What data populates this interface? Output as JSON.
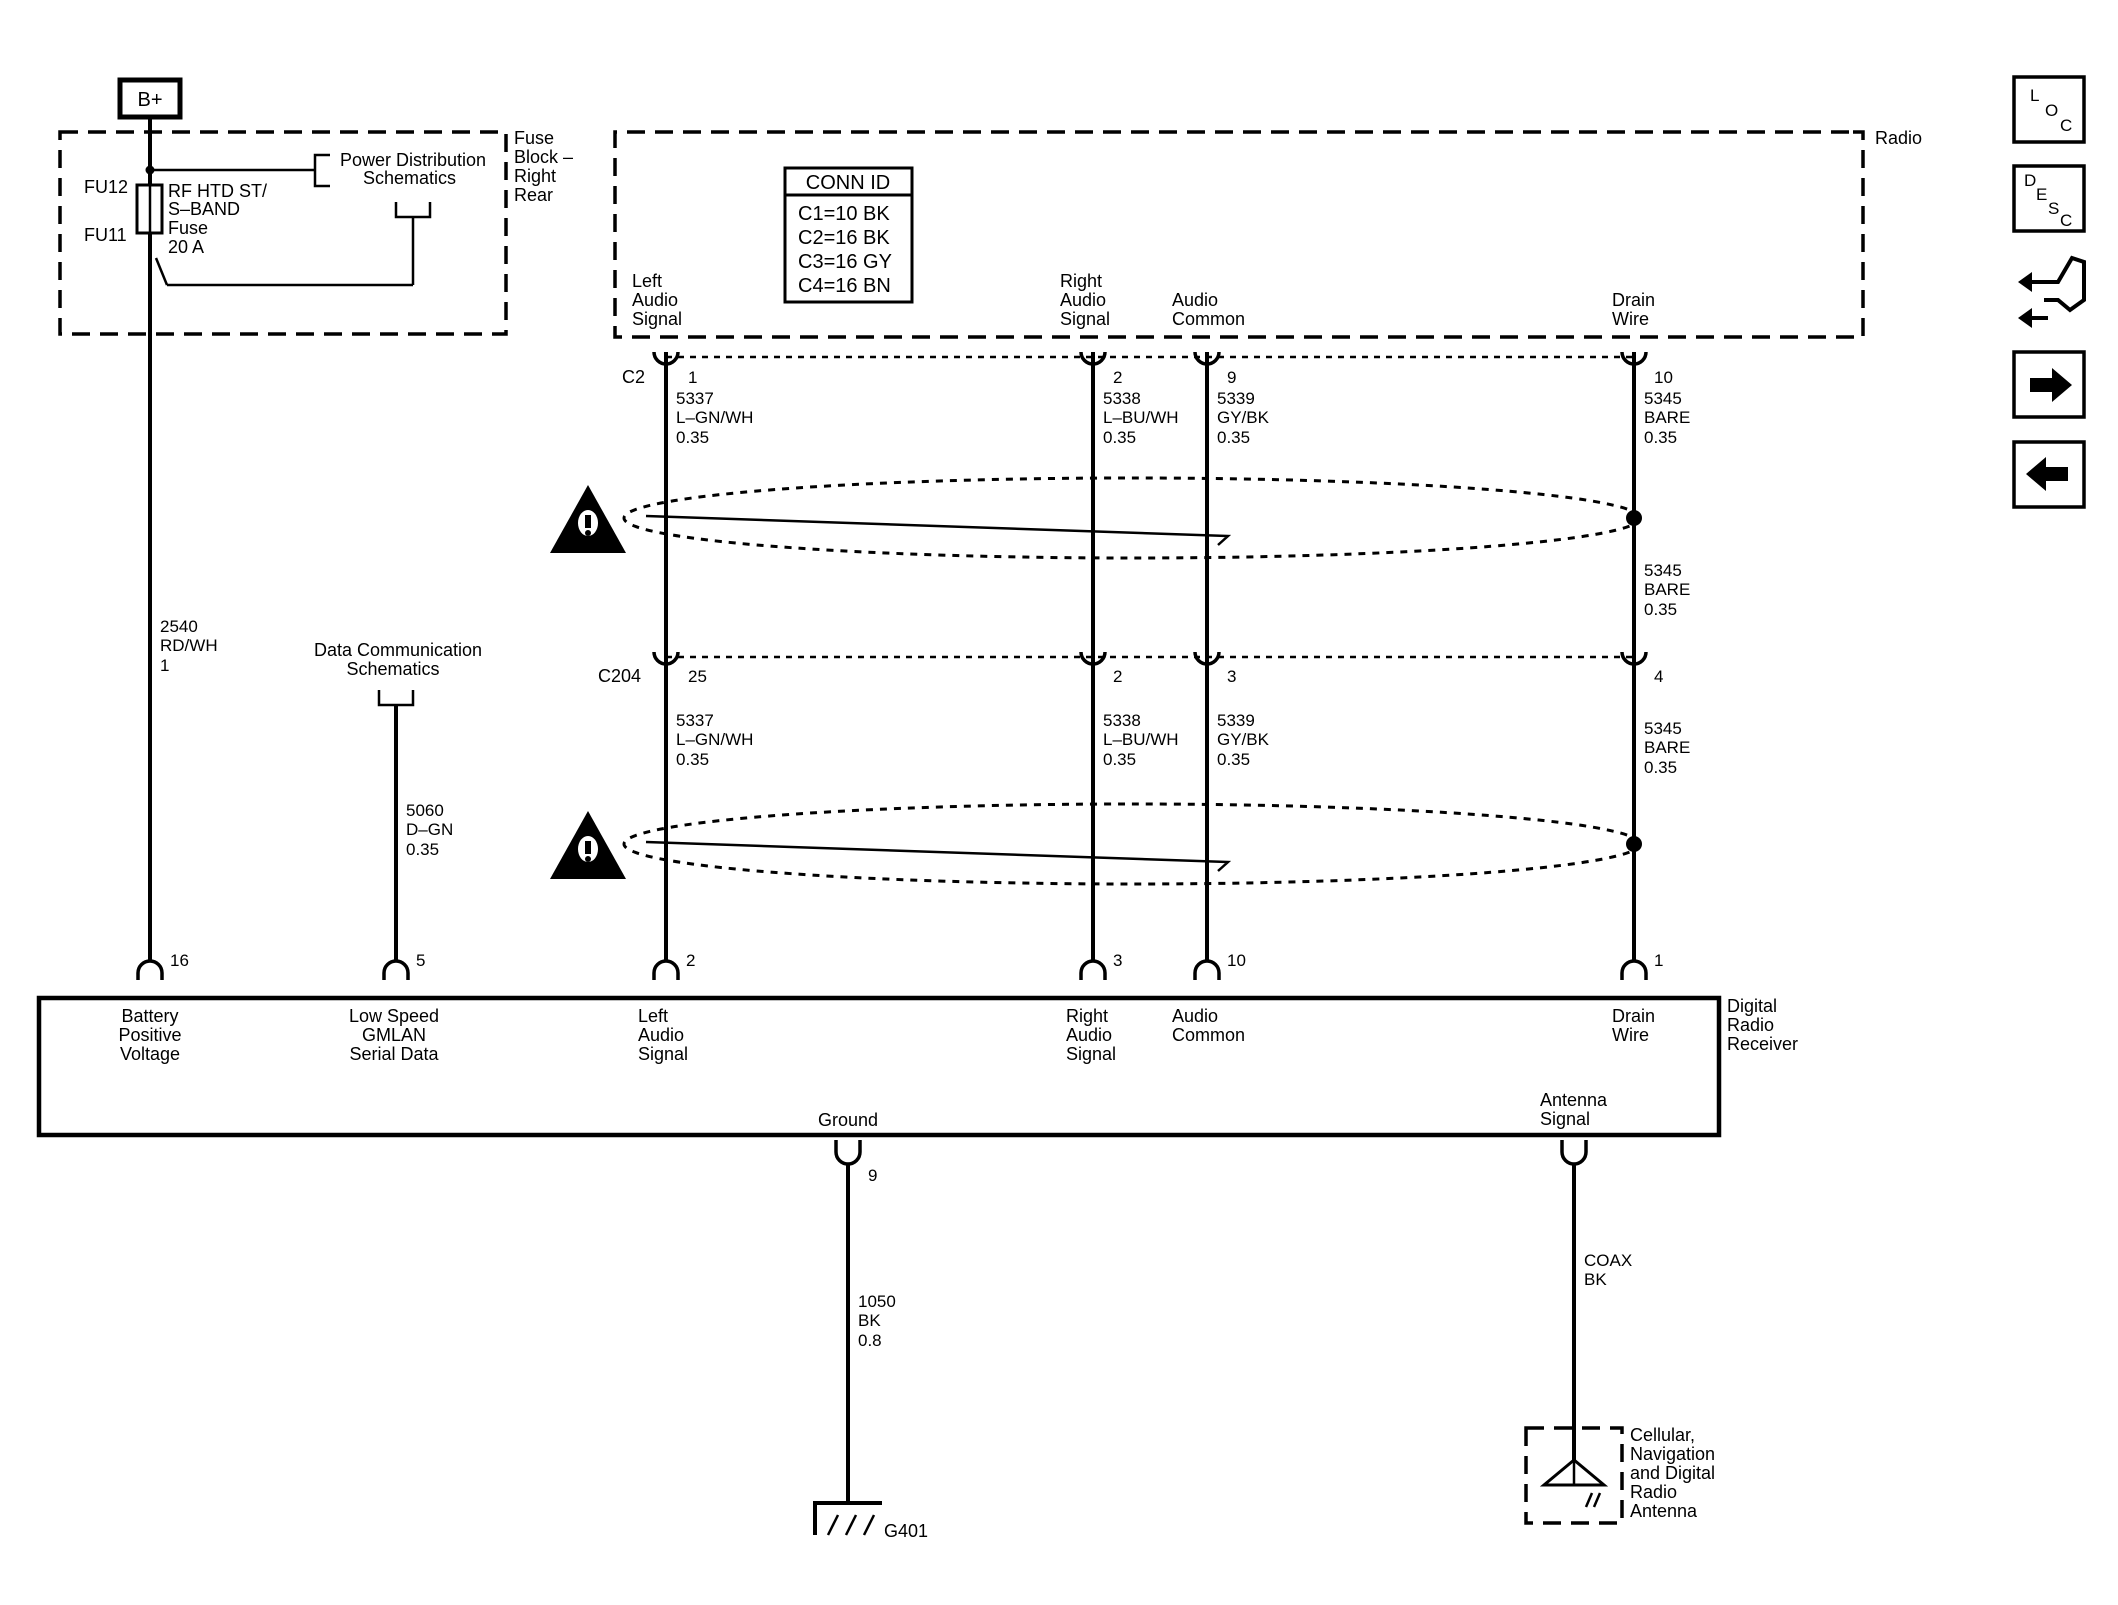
{
  "power": {
    "bplus": "B+",
    "fuse_block": [
      "Fuse",
      "Block –",
      "Right",
      "Rear"
    ],
    "fu12": "FU12",
    "fu11": "FU11",
    "fuse_name": [
      "RF HTD ST/",
      "S–BAND",
      "Fuse",
      "20 A"
    ],
    "power_dist": [
      "Power Distribution",
      "Schematics"
    ],
    "feed_wire": [
      "2540",
      "RD/WH",
      "1"
    ]
  },
  "radio": {
    "title": "Radio",
    "conn_id": {
      "header": "CONN ID",
      "rows": [
        "C1=10 BK",
        "C2=16 BK",
        "C3=16 GY",
        "C4=16 BN"
      ]
    },
    "pins": [
      [
        "Left",
        "Audio",
        "Signal"
      ],
      [
        "Right",
        "Audio",
        "Signal"
      ],
      [
        "Audio",
        "Common"
      ],
      [
        "Drain",
        "Wire"
      ]
    ]
  },
  "connectors": {
    "c2": {
      "label": "C2",
      "pins": [
        "1",
        "2",
        "9",
        "10"
      ],
      "wires": [
        [
          "5337",
          "L–GN/WH",
          "0.35"
        ],
        [
          "5338",
          "L–BU/WH",
          "0.35"
        ],
        [
          "5339",
          "GY/BK",
          "0.35"
        ],
        [
          "5345",
          "BARE",
          "0.35"
        ]
      ]
    },
    "drain_mid": [
      "5345",
      "BARE",
      "0.35"
    ],
    "c204": {
      "label": "C204",
      "pins": [
        "25",
        "2",
        "3",
        "4"
      ],
      "wires": [
        [
          "5337",
          "L–GN/WH",
          "0.35"
        ],
        [
          "5338",
          "L–BU/WH",
          "0.35"
        ],
        [
          "5339",
          "GY/BK",
          "0.35"
        ],
        [
          "5345",
          "BARE",
          "0.35"
        ]
      ]
    }
  },
  "data_comm": {
    "title": [
      "Data Communication",
      "Schematics"
    ],
    "wire": [
      "5060",
      "D–GN",
      "0.35"
    ]
  },
  "receiver": {
    "title": [
      "Digital",
      "Radio",
      "Receiver"
    ],
    "pins": [
      "16",
      "5",
      "2",
      "3",
      "10",
      "1"
    ],
    "pin_labels": [
      [
        "Battery",
        "Positive",
        "Voltage"
      ],
      [
        "Low Speed",
        "GMLAN",
        "Serial Data"
      ],
      [
        "Left",
        "Audio",
        "Signal"
      ],
      [
        "Right",
        "Audio",
        "Signal"
      ],
      [
        "Audio",
        "Common"
      ],
      [
        "Drain",
        "Wire"
      ]
    ],
    "ground_label": "Ground",
    "ground_pin": "9",
    "antenna_label": [
      "Antenna",
      "Signal"
    ]
  },
  "ground": {
    "wire": [
      "1050",
      "BK",
      "0.8"
    ],
    "id": "G401"
  },
  "antenna": {
    "wire": [
      "COAX",
      "BK"
    ],
    "name": [
      "Cellular,",
      "Navigation",
      "and Digital",
      "Radio",
      "Antenna"
    ]
  },
  "nav": {
    "loc": [
      "L",
      "O",
      "C"
    ],
    "desc": [
      "D",
      "E",
      "S",
      "C"
    ],
    "icons": [
      "loc-icon",
      "desc-icon",
      "connector-end-view-icon",
      "next-arrow-icon",
      "previous-arrow-icon"
    ]
  }
}
